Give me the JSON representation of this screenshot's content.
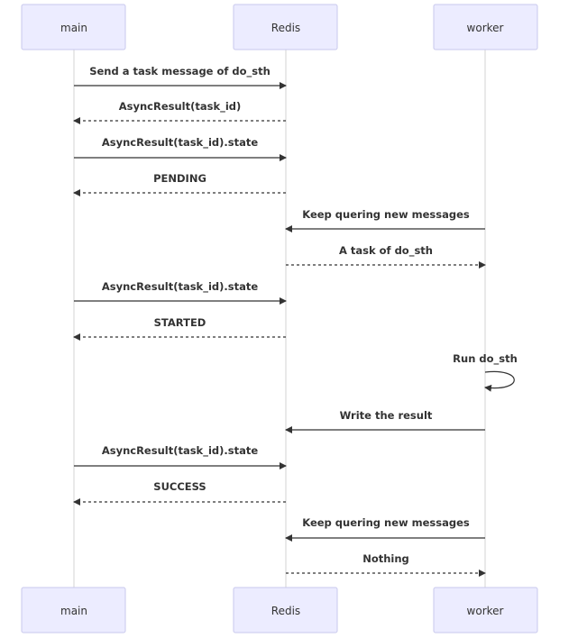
{
  "participants": [
    {
      "id": "main",
      "label": "main"
    },
    {
      "id": "redis",
      "label": "Redis"
    },
    {
      "id": "worker",
      "label": "worker"
    }
  ],
  "messages": [
    {
      "from": "main",
      "to": "redis",
      "label": "Send a task message of do_sth",
      "style": "solid"
    },
    {
      "from": "redis",
      "to": "main",
      "label": "AsyncResult(task_id)",
      "style": "dotted"
    },
    {
      "from": "main",
      "to": "redis",
      "label": "AsyncResult(task_id).state",
      "style": "solid"
    },
    {
      "from": "redis",
      "to": "main",
      "label": "PENDING",
      "style": "dotted"
    },
    {
      "from": "worker",
      "to": "redis",
      "label": "Keep quering new messages",
      "style": "solid"
    },
    {
      "from": "redis",
      "to": "worker",
      "label": "A task of do_sth",
      "style": "dotted"
    },
    {
      "from": "main",
      "to": "redis",
      "label": "AsyncResult(task_id).state",
      "style": "solid"
    },
    {
      "from": "redis",
      "to": "main",
      "label": "STARTED",
      "style": "dotted"
    },
    {
      "from": "worker",
      "to": "worker",
      "label": "Run do_sth",
      "style": "solid"
    },
    {
      "from": "worker",
      "to": "redis",
      "label": "Write the result",
      "style": "solid"
    },
    {
      "from": "main",
      "to": "redis",
      "label": "AsyncResult(task_id).state",
      "style": "solid"
    },
    {
      "from": "redis",
      "to": "main",
      "label": "SUCCESS",
      "style": "dotted"
    },
    {
      "from": "worker",
      "to": "redis",
      "label": "Keep quering new messages",
      "style": "solid"
    },
    {
      "from": "redis",
      "to": "worker",
      "label": "Nothing",
      "style": "dotted"
    }
  ],
  "colors": {
    "actor_fill": "#ececff",
    "actor_stroke": "#c9c9ec",
    "line": "#333333",
    "lifeline": "#d3d3d3",
    "text": "#333333"
  }
}
